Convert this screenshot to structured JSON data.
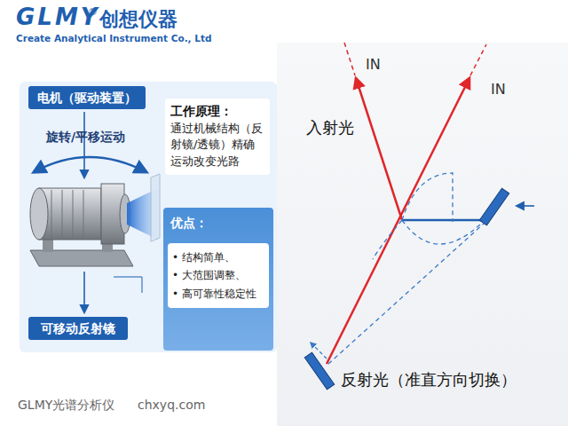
{
  "diagram": {
    "nodes": [
      {
        "text": [
          "电机（驱动装置）"
        ]
      },
      {
        "text": [
          "可移动反射镜"
        ]
      },
      {
        "text": [
          "工作原理：",
          "通过机械结构（反射镜/透镜）精确运动改变光路"
        ]
      },
      {
        "text": [
          "优点："
        ]
      },
      {
        "text": [
          "• 结构简单、",
          "• 大范围调整、",
          "• 高可靠性稳定性"
        ],
        "in": 3
      }
    ],
    "labels": [
      "GLMY",
      "®",
      "创想仪器",
      "Create Analytical Instrument Co., Ltd",
      "旋转/平移运动",
      "IN",
      "IN",
      "入射光",
      "反射光（准直方向切换）",
      "GLMY光谱分析仪",
      "chxyq.com"
    ]
  }
}
